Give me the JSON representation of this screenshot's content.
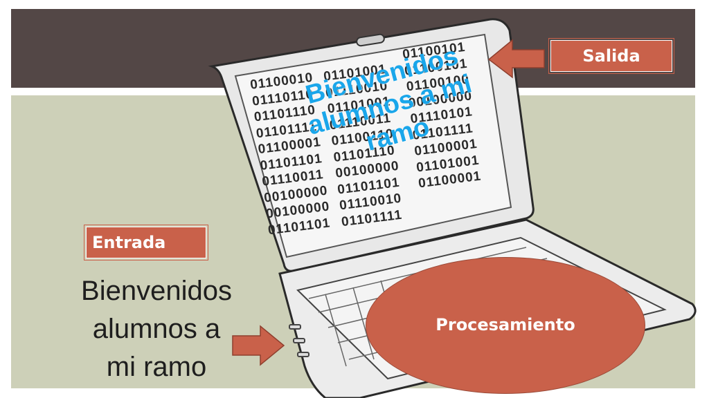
{
  "labels": {
    "salida": "Salida",
    "entrada": "Entrada",
    "procesamiento": "Procesamiento"
  },
  "input_text": {
    "line1": "Bienvenidos",
    "line2": "alumnos a",
    "line3": "mi ramo"
  },
  "screen": {
    "title_line1": "Bienvenidos",
    "title_line2": "alumnos a mi",
    "title_line3": "ramo",
    "binary_col1": [
      "01100010",
      "01110110",
      "01101110",
      "01101111",
      "01100001",
      "01101101",
      "01110011",
      "00100000",
      "00100000",
      "01101101"
    ],
    "binary_col2": [
      "01101001",
      "01110010",
      "01101001",
      "01110011",
      "01100110",
      "01101110",
      "00100000",
      "01101101",
      "01110010",
      "01101111"
    ],
    "binary_col3": [
      "01100101",
      "01100101",
      "01100100",
      "00100000",
      "01110101",
      "01101111",
      "01100001",
      "01101001",
      "01100001"
    ]
  },
  "colors": {
    "dark_band": "#534746",
    "sage_background": "#cdd0b8",
    "accent_terracotta": "#c9614a",
    "screen_title_blue": "#1aa6ea"
  }
}
